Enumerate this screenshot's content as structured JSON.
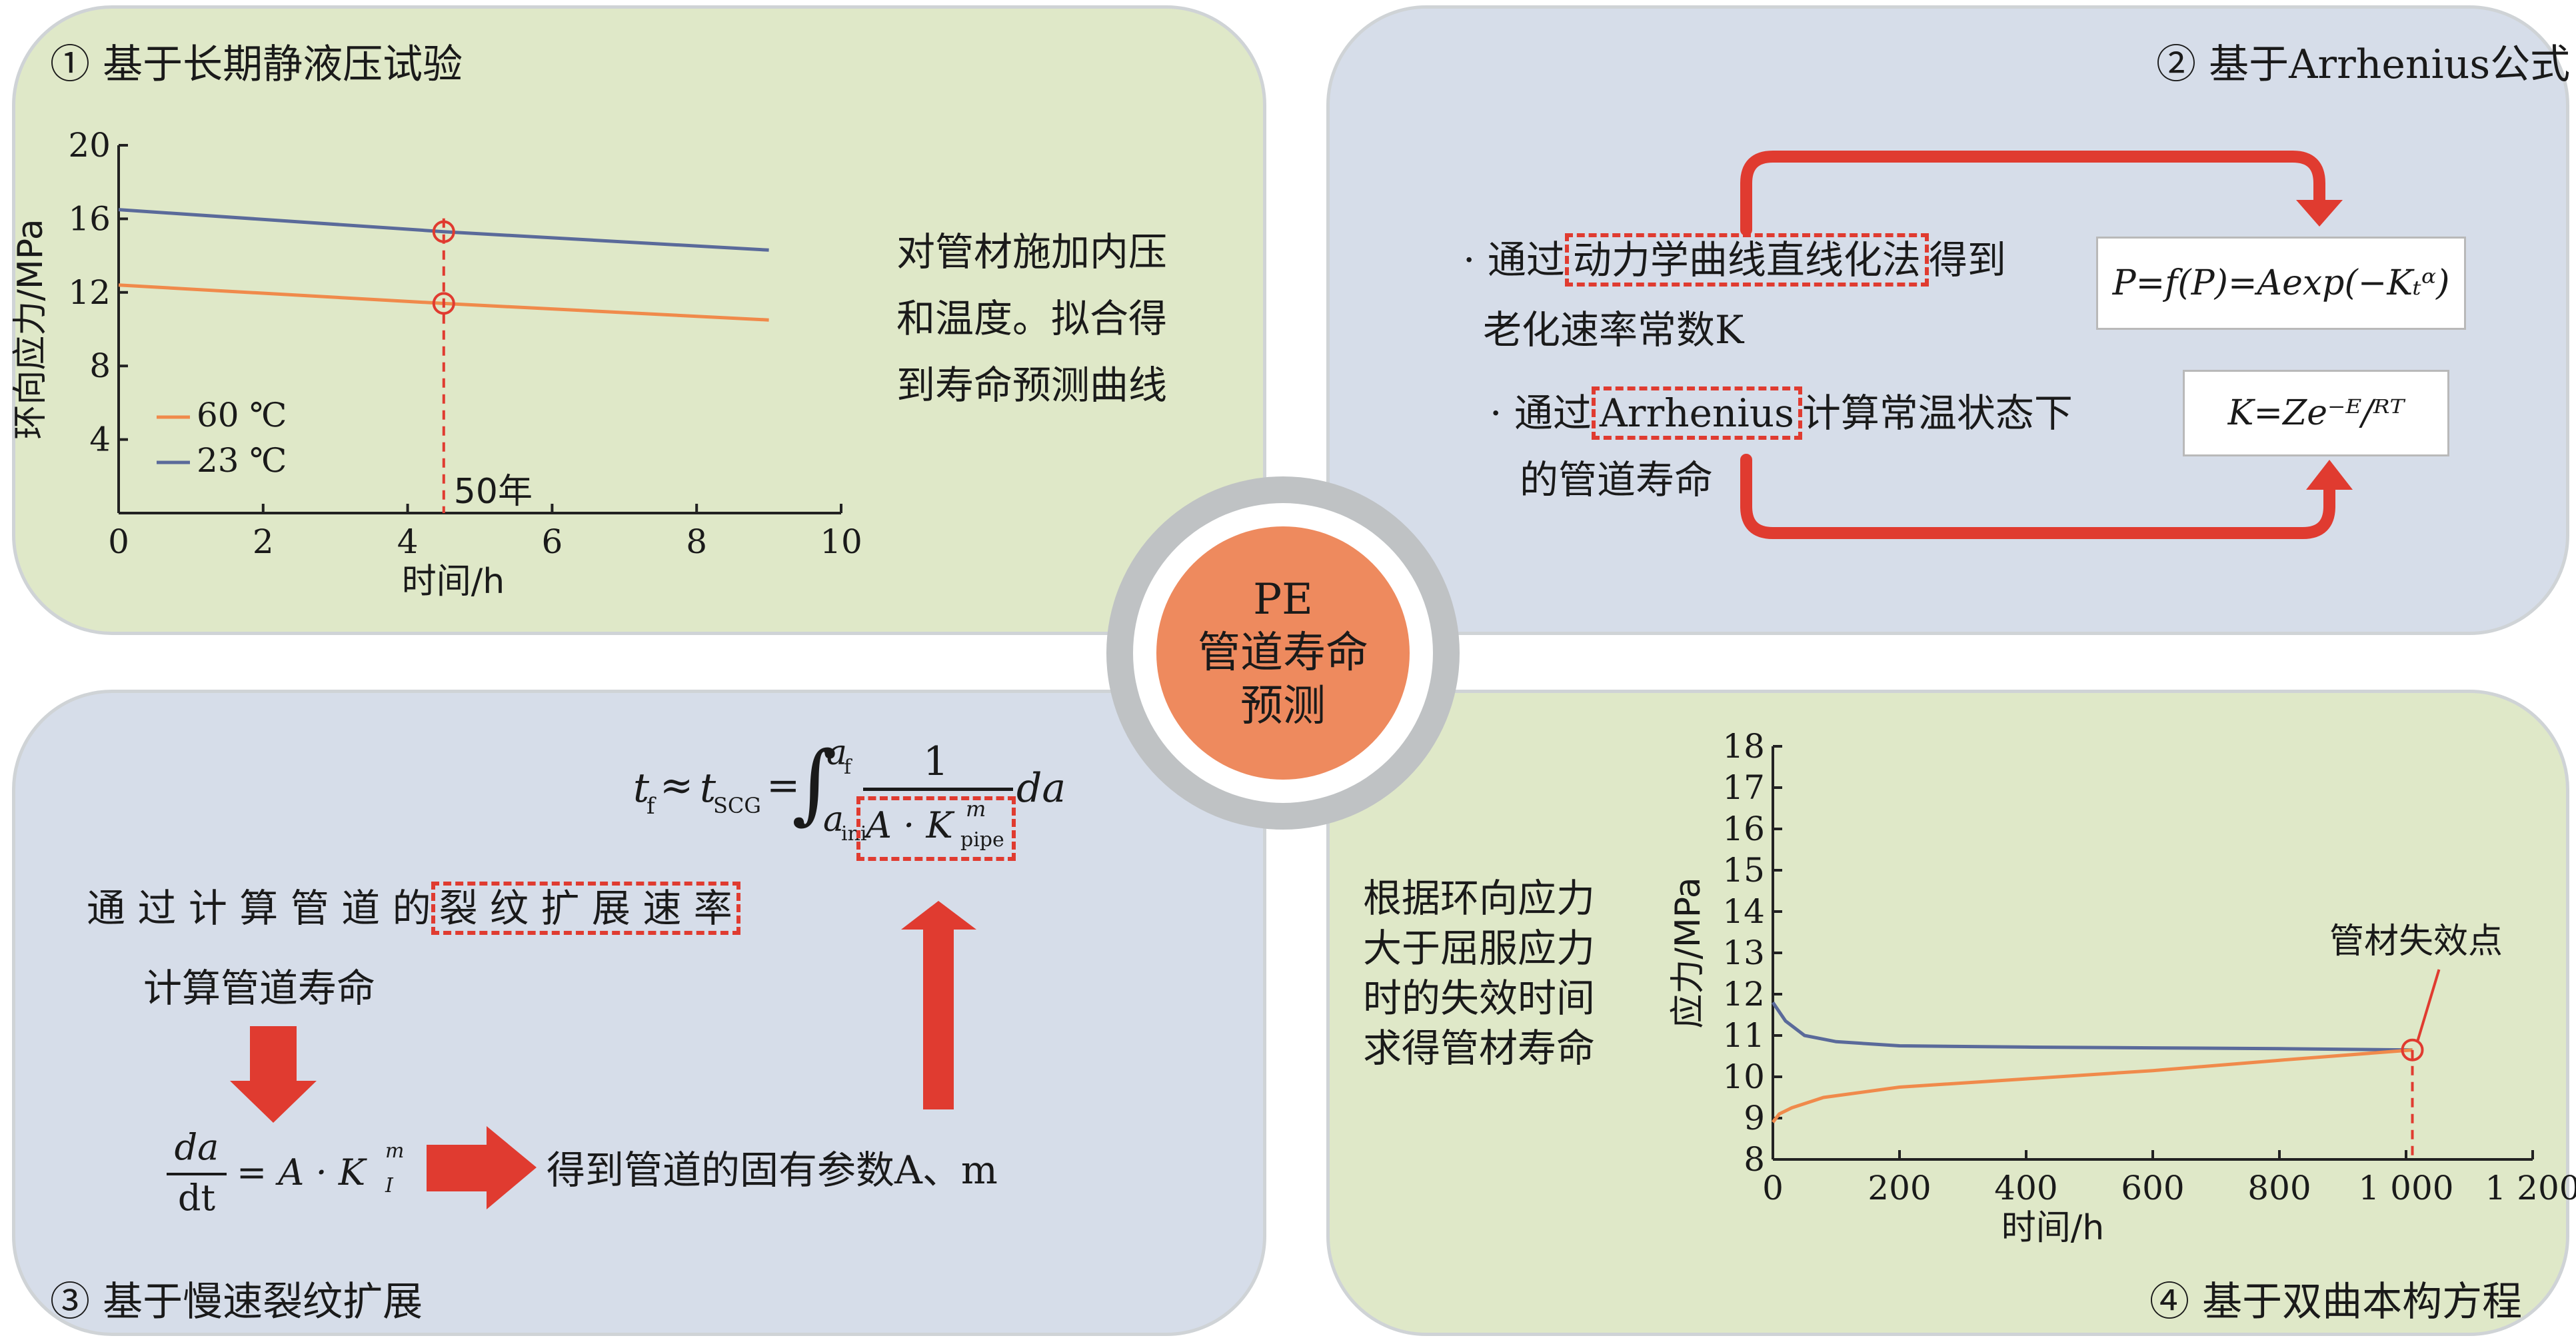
{
  "colors": {
    "green_panel": "#dfe8c8",
    "blue_panel": "#d6dde9",
    "orange_line": "#f08a4b",
    "blue_line": "#5a6a9a",
    "accent_red": "#e03b30",
    "center_circle": "#ee8a5e"
  },
  "center": {
    "line1": "PE",
    "line2": "管道寿命",
    "line3": "预测"
  },
  "q1": {
    "title": "① 基于长期静液压试验",
    "desc": [
      "对管材施加内压",
      "和温度。拟合得",
      "到寿命预测曲线"
    ],
    "annotation": "50年"
  },
  "q2": {
    "title": "② 基于Arrhenius公式",
    "item1_pre": "· 通过",
    "item1_box": "动力学曲线直线化法",
    "item1_post": "得到",
    "item1_line2": "老化速率常数K",
    "item2_pre": "· 通过",
    "item2_box": "Arrhenius",
    "item2_post": "计算常温状态下",
    "item2_line2": "的管道寿命",
    "formula1": "P=f(P)=Aexp(−Kₜᵅ)",
    "formula2": "K=Ze⁻ᴱ/ᴿᵀ"
  },
  "q3": {
    "title": "③ 基于慢速裂纹扩展",
    "text_pre": "通 过 计 算 管 道 的",
    "text_box": "裂 纹 扩 展 速 率",
    "text_line2": "计算管道寿命",
    "result": "得到管道的固有参数A、m",
    "formula_top_lhs": "t",
    "formula_top_sub1": "f",
    "formula_top_approx": "≈",
    "formula_top_sub2": "SCG",
    "formula_top_int_upper": "a",
    "formula_top_int_upper_sub": "f",
    "formula_top_int_lower": "a",
    "formula_top_int_lower_sub": "ini",
    "formula_top_num": "1",
    "formula_top_den": "A · K",
    "formula_top_den_sup": "m",
    "formula_top_den_sub": "pipe",
    "formula_top_tail": "da",
    "formula_bottom_num": "da",
    "formula_bottom_den": "dt",
    "formula_bottom_rhs": "= A · K",
    "formula_bottom_sup": "m",
    "formula_bottom_sub": "I"
  },
  "q4": {
    "title": "④ 基于双曲本构方程",
    "desc": [
      "根据环向应力",
      "大于屈服应力",
      "时的失效时间",
      "求得管材寿命"
    ],
    "annotation": "管材失效点"
  },
  "chart_data": [
    {
      "type": "line",
      "xlabel": "时间/h",
      "ylabel": "环向应力/MPa",
      "xlim": [
        0,
        10
      ],
      "ylim": [
        0,
        20
      ],
      "xticks": [
        0,
        2,
        4,
        6,
        8,
        10
      ],
      "yticks": [
        4,
        8,
        12,
        16,
        20
      ],
      "marker_x": 4.5,
      "series": [
        {
          "name": "60 ℃",
          "color": "#f08a4b",
          "x": [
            0,
            4.5,
            9
          ],
          "y": [
            12.4,
            11.4,
            10.5
          ]
        },
        {
          "name": "23 ℃",
          "color": "#5a6a9a",
          "x": [
            0,
            4.5,
            9
          ],
          "y": [
            16.5,
            15.3,
            14.3
          ]
        }
      ]
    },
    {
      "type": "line",
      "xlabel": "时间/h",
      "ylabel": "应力/MPa",
      "xlim": [
        0,
        1200
      ],
      "ylim": [
        8,
        18
      ],
      "xticks": [
        0,
        200,
        400,
        600,
        800,
        1000,
        1200
      ],
      "xtick_labels": [
        "0",
        "200",
        "400",
        "600",
        "800",
        "1 000",
        "1 200"
      ],
      "yticks": [
        8,
        9,
        10,
        11,
        12,
        13,
        14,
        15,
        16,
        17,
        18
      ],
      "failure_point": {
        "x": 1010,
        "y": 10.65
      },
      "series": [
        {
          "color": "#5a6a9a",
          "x": [
            0,
            20,
            50,
            100,
            200,
            400,
            600,
            800,
            1010
          ],
          "y": [
            11.8,
            11.35,
            11.0,
            10.85,
            10.75,
            10.72,
            10.7,
            10.68,
            10.65
          ]
        },
        {
          "color": "#f08a4b",
          "x": [
            0,
            10,
            30,
            80,
            200,
            400,
            600,
            800,
            1010
          ],
          "y": [
            8.9,
            9.1,
            9.25,
            9.5,
            9.75,
            9.95,
            10.15,
            10.4,
            10.65
          ]
        }
      ]
    }
  ]
}
